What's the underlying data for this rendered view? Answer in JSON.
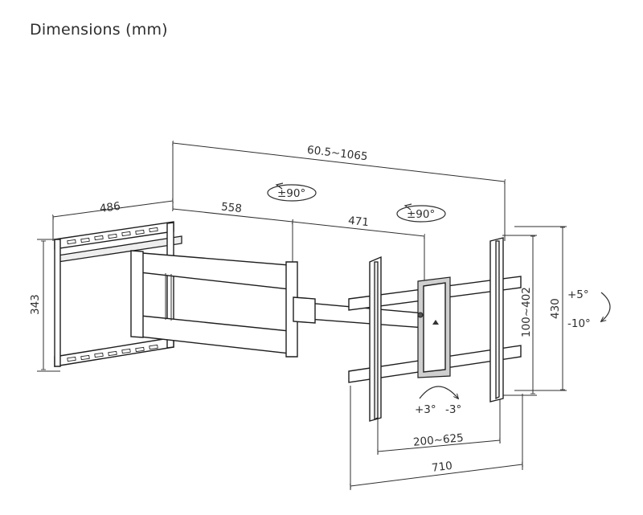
{
  "heading": "Dimensions (mm)",
  "dimensions": {
    "extension": "60.5~1065",
    "wall_plate_width": "486",
    "first_arm_length": "558",
    "second_arm_length": "471",
    "wall_plate_height": "343",
    "vesa_vertical": "100~402",
    "tv_bracket_height": "430",
    "vesa_horizontal": "200~625",
    "tv_bracket_width": "710"
  },
  "rotations": {
    "swivel_arm": "±90°",
    "swivel_head": "±90°",
    "tilt_up": "+5°",
    "tilt_down": "-10°",
    "level_plus": "+3°",
    "level_minus": "-3°"
  }
}
